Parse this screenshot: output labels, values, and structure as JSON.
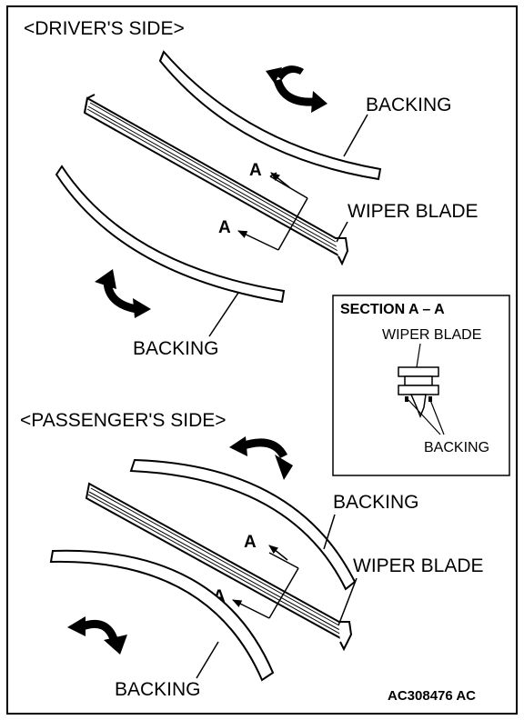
{
  "driver": {
    "heading": "<DRIVER'S SIDE>",
    "backing_top": "BACKING",
    "wiper_blade": "WIPER BLADE",
    "backing_bottom": "BACKING",
    "section_marker_1": "A",
    "section_marker_2": "A"
  },
  "section_box": {
    "title": "SECTION A – A",
    "wiper_blade": "WIPER BLADE",
    "backing": "BACKING"
  },
  "passenger": {
    "heading": "<PASSENGER'S SIDE>",
    "backing_top": "BACKING",
    "wiper_blade": "WIPER BLADE",
    "backing_bottom": "BACKING",
    "section_marker_1": "A",
    "section_marker_2": "A"
  },
  "figure_code": "AC308476 AC"
}
